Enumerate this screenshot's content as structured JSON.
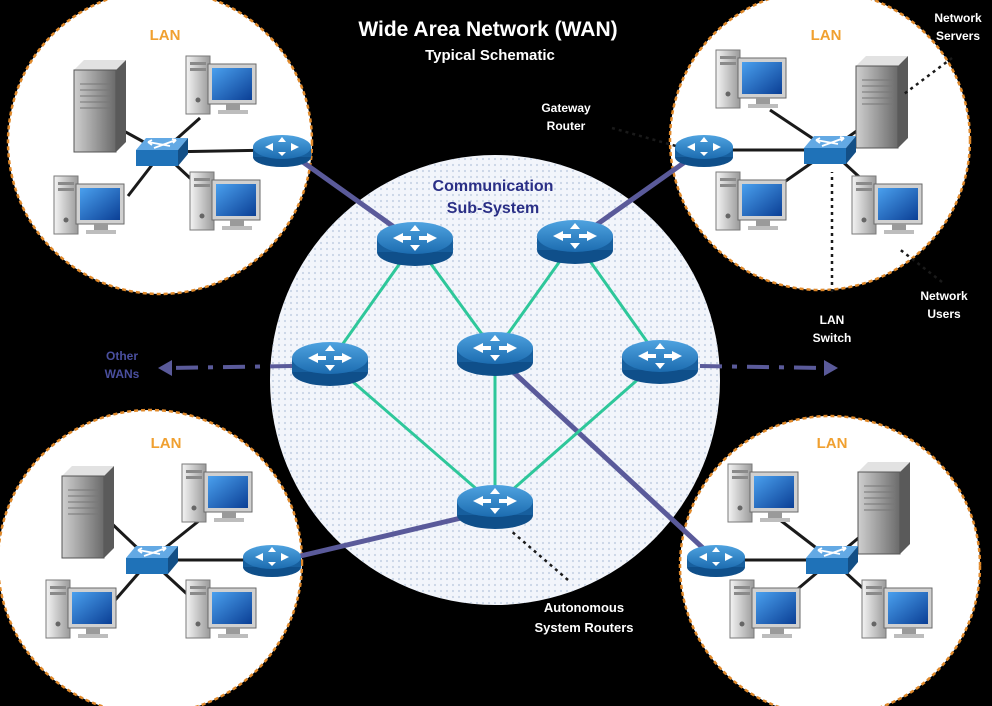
{
  "title": "Wide Area Network (WAN)",
  "subtitle": "Typical Schematic",
  "core_label_line1": "Communication",
  "core_label_line2": "Sub-System",
  "lan_label": "LAN",
  "other_wans_line1": "Other",
  "other_wans_line2": "WANs",
  "gateway_router_line1": "Gateway",
  "gateway_router_line2": "Router",
  "network_servers_line1": "Network",
  "network_servers_line2": "Servers",
  "network_users_line1": "Network",
  "network_users_line2": "Users",
  "lan_switch_line1": "LAN",
  "lan_switch_line2": "Switch",
  "as_routers_line1": "Autonomous",
  "as_routers_line2": "System Routers",
  "colors": {
    "background": "#000000",
    "lan_circle_border": "#e0892a",
    "core_circle_fill": "#e8eef8",
    "core_label": "#2a2f86",
    "lan_label": "#f0a030",
    "wan_link": "#5a5a9a",
    "core_link": "#2ec79a",
    "router": "#1f72b8"
  }
}
